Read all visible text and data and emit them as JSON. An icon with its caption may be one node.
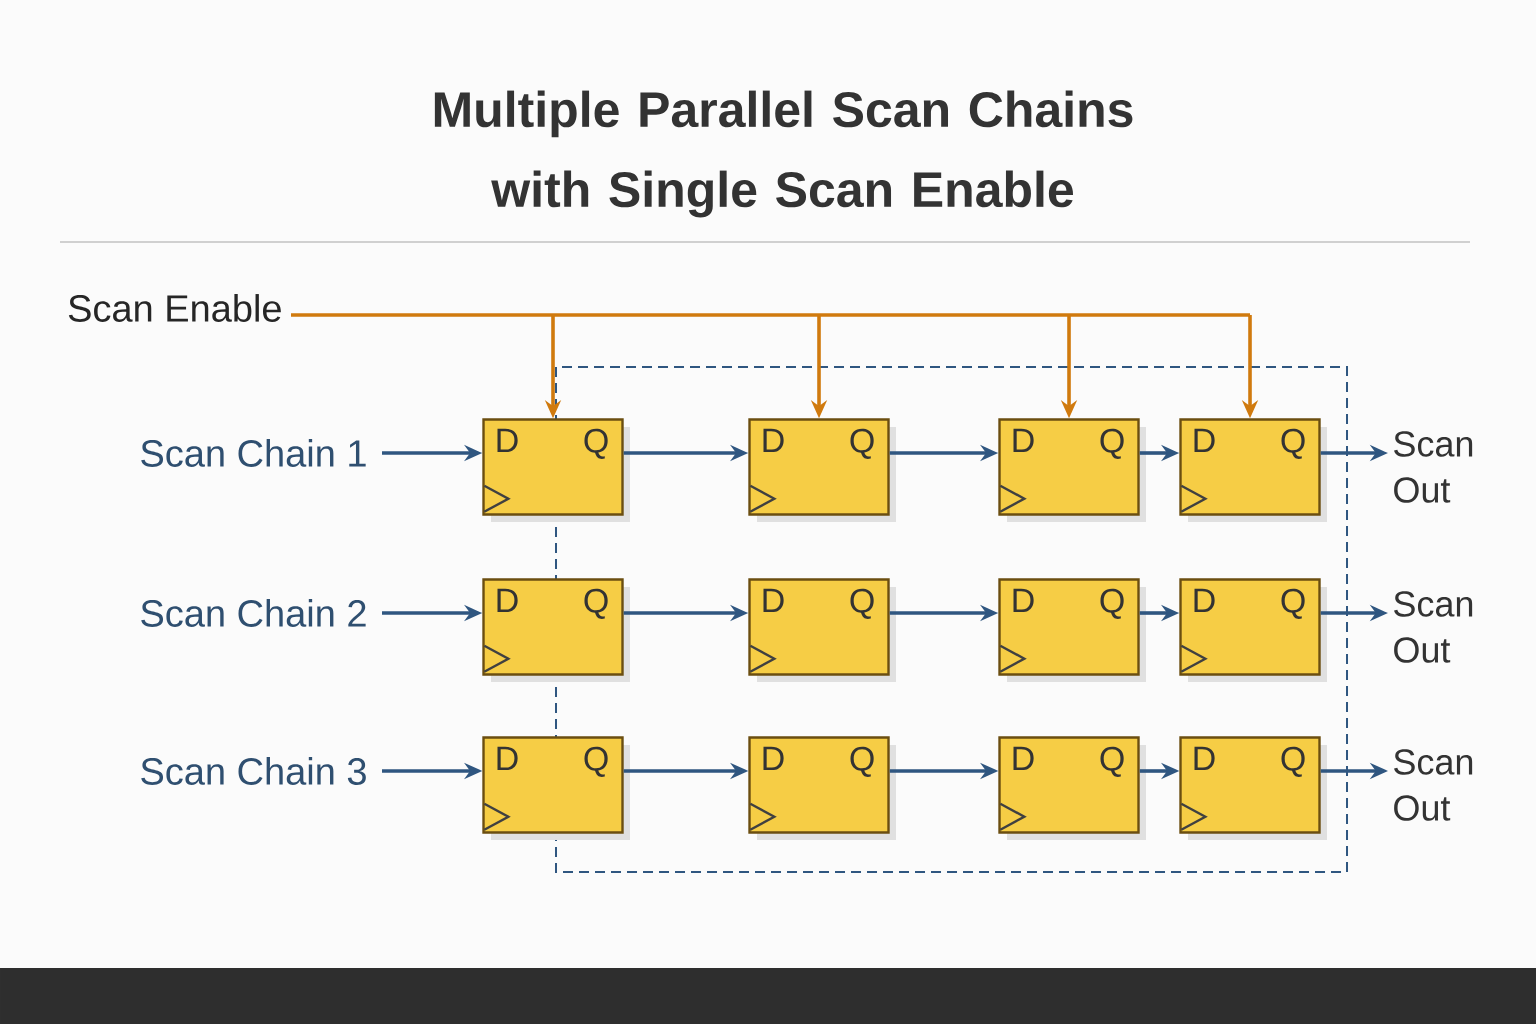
{
  "diagram": {
    "title": "Multiple Parallel Scan Chains with Single Scan Enable",
    "nodes": [
      {
        "text": [
          "Scan Enable"
        ]
      },
      {
        "text": [
          "Scan Chain 1"
        ]
      },
      {
        "text": [
          "D",
          "Q"
        ]
      },
      {
        "text": [
          "D",
          "Q"
        ]
      },
      {
        "text": [
          "D",
          "Q"
        ]
      },
      {
        "text": [
          "D",
          "Q"
        ]
      },
      {
        "text": [
          "Scan Out"
        ]
      },
      {
        "text": [
          "Scan Chain 2"
        ]
      },
      {
        "text": [
          "D",
          "Q"
        ]
      },
      {
        "text": [
          "D",
          "Q"
        ]
      },
      {
        "text": [
          "D",
          "Q"
        ]
      },
      {
        "text": [
          "D",
          "Q"
        ]
      },
      {
        "text": [
          "Scan Out"
        ]
      },
      {
        "text": [
          "Scan Chain 3"
        ]
      },
      {
        "text": [
          "D",
          "Q"
        ]
      },
      {
        "text": [
          "D",
          "Q"
        ]
      },
      {
        "text": [
          "D",
          "Q"
        ]
      },
      {
        "text": [
          "D",
          "Q"
        ]
      },
      {
        "text": [
          "Scan Out"
        ]
      }
    ],
    "edges": [
      {
        "from": 0,
        "to": 2,
        "arrow": "to",
        "color": "#d07a0e"
      },
      {
        "from": 0,
        "to": 3,
        "arrow": "to",
        "color": "#d07a0e"
      },
      {
        "from": 0,
        "to": 4,
        "arrow": "to",
        "color": "#d07a0e"
      },
      {
        "from": 0,
        "to": 5,
        "arrow": "to",
        "color": "#d07a0e"
      },
      {
        "from": 1,
        "to": 2,
        "arrow": "to"
      },
      {
        "from": 2,
        "to": 3,
        "arrow": "to"
      },
      {
        "from": 3,
        "to": 4,
        "arrow": "to"
      },
      {
        "from": 4,
        "to": 5,
        "arrow": "to"
      },
      {
        "from": 5,
        "to": 6,
        "arrow": "to"
      },
      {
        "from": 7,
        "to": 8,
        "arrow": "to"
      },
      {
        "from": 8,
        "to": 9,
        "arrow": "to"
      },
      {
        "from": 9,
        "to": 10,
        "arrow": "to"
      },
      {
        "from": 10,
        "to": 11,
        "arrow": "to"
      },
      {
        "from": 11,
        "to": 12,
        "arrow": "to"
      },
      {
        "from": 13,
        "to": 14,
        "arrow": "to"
      },
      {
        "from": 14,
        "to": 15,
        "arrow": "to"
      },
      {
        "from": 15,
        "to": 16,
        "arrow": "to"
      },
      {
        "from": 16,
        "to": 17,
        "arrow": "to"
      },
      {
        "from": 17,
        "to": 18,
        "arrow": "to"
      }
    ]
  }
}
